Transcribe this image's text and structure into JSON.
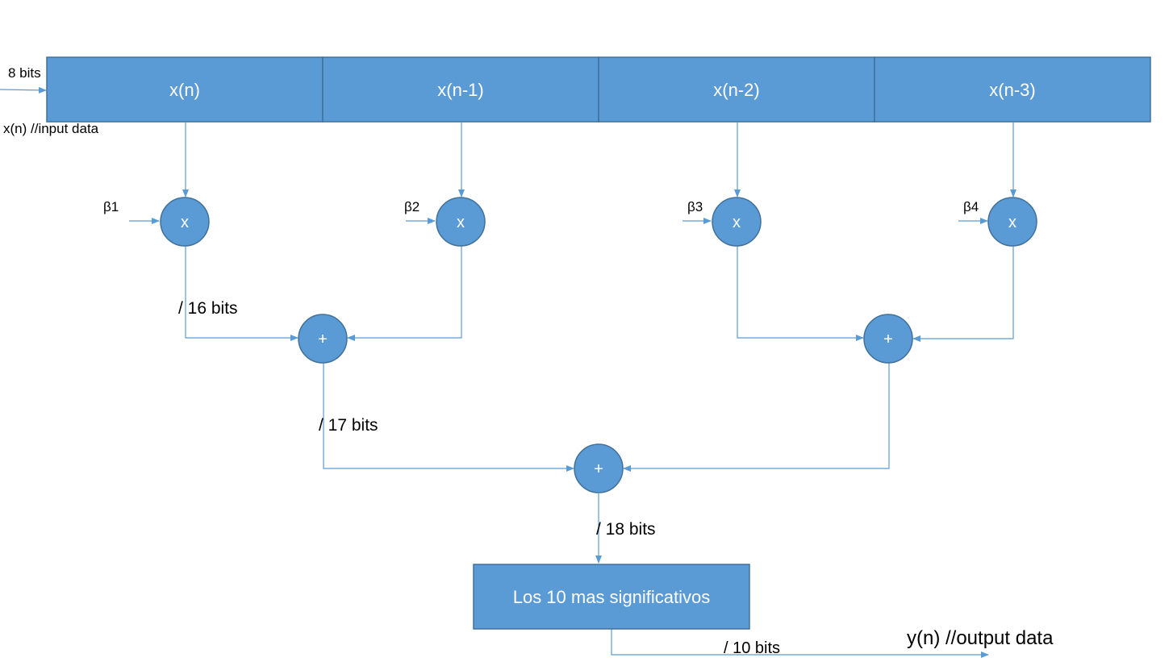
{
  "colors": {
    "fill": "#5b9bd5",
    "stroke": "#41719c",
    "line": "#5b9bd5",
    "text_on_shape": "#ffffff",
    "label": "#000000"
  },
  "input": {
    "width_label": "8 bits",
    "name_label": "x(n) //input data"
  },
  "registers": [
    {
      "label": "x(n)"
    },
    {
      "label": "x(n-1)"
    },
    {
      "label": "x(n-2)"
    },
    {
      "label": "x(n-3)"
    }
  ],
  "multipliers": [
    {
      "coef": "β1",
      "op": "x"
    },
    {
      "coef": "β2",
      "op": "x"
    },
    {
      "coef": "β3",
      "op": "x"
    },
    {
      "coef": "β4",
      "op": "x"
    }
  ],
  "adders": [
    {
      "op": "+"
    },
    {
      "op": "+"
    },
    {
      "op": "+"
    }
  ],
  "bit_labels": {
    "mult_out": "/ 16 bits",
    "add1_out": "/ 17 bits",
    "add3_out": "/ 18 bits",
    "trunc_out": "/ 10 bits"
  },
  "truncator": {
    "label": "Los 10 mas significativos"
  },
  "output": {
    "label": "y(n) //output data"
  }
}
